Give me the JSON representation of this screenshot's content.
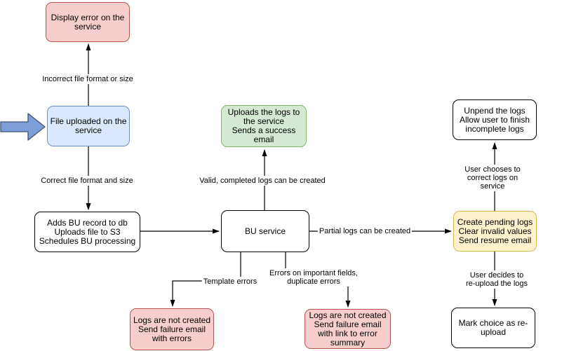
{
  "diagram": {
    "type": "flowchart",
    "nodes": {
      "display_error": {
        "text": "Display error on the\nservice",
        "color": "pink"
      },
      "file_uploaded": {
        "text": "File uploaded on the\nservice",
        "color": "blue"
      },
      "adds_bu_record": {
        "text": "Adds BU record to db\nUploads file to S3\nSchedules BU processing",
        "color": "white"
      },
      "uploads_logs_success": {
        "text": "Uploads the logs to\nthe service\nSends a success\nemail",
        "color": "green"
      },
      "bu_service": {
        "text": "BU service",
        "color": "white"
      },
      "create_pending_logs": {
        "text": "Create pending logs\nClear invalid values\nSend resume email",
        "color": "yellow"
      },
      "unpend_logs": {
        "text": "Unpend the logs\nAllow user to finish\nincomplete logs",
        "color": "white"
      },
      "mark_reupload": {
        "text": "Mark choice as re-\nupload",
        "color": "white"
      },
      "logs_not_created_errors": {
        "text": "Logs are not created\nSend failure email\nwith errors",
        "color": "pink"
      },
      "logs_not_created_summary": {
        "text": "Logs are not created\nSend failure email\nwith link to error\nsummary",
        "color": "pink"
      }
    },
    "edges": [
      {
        "from": "file_uploaded",
        "to": "display_error",
        "label": "Incorrect file format or size"
      },
      {
        "from": "file_uploaded",
        "to": "adds_bu_record",
        "label": "Correct file format and size"
      },
      {
        "from": "adds_bu_record",
        "to": "bu_service",
        "label": ""
      },
      {
        "from": "bu_service",
        "to": "uploads_logs_success",
        "label": "Valid, completed logs can be created"
      },
      {
        "from": "bu_service",
        "to": "create_pending_logs",
        "label": "Partial logs can be created"
      },
      {
        "from": "create_pending_logs",
        "to": "unpend_logs",
        "label": "User chooses to correct logs on service"
      },
      {
        "from": "create_pending_logs",
        "to": "mark_reupload",
        "label": "User decides to re-upload the logs"
      },
      {
        "from": "bu_service",
        "to": "logs_not_created_errors",
        "label": "Template errors"
      },
      {
        "from": "bu_service",
        "to": "logs_not_created_summary",
        "label": "Errors on important fields,\nduplicate errors"
      }
    ],
    "icons": {
      "input_arrow": "thick-right-arrow"
    },
    "colors": {
      "background": "#ffffff",
      "edge": "#000000",
      "node_stroke": "#000000",
      "white_fill": "#ffffff",
      "pink_fill": "#f8cecc",
      "pink_stroke": "#b85450",
      "blue_fill": "#dae8fc",
      "blue_stroke": "#6c8ebf",
      "green_fill": "#d5e8d4",
      "green_stroke": "#82b366",
      "yellow_fill": "#fff2cc",
      "yellow_stroke": "#d6b656",
      "input_arrow_fill": "#7d9fd9",
      "input_arrow_stroke": "#42526b"
    }
  }
}
